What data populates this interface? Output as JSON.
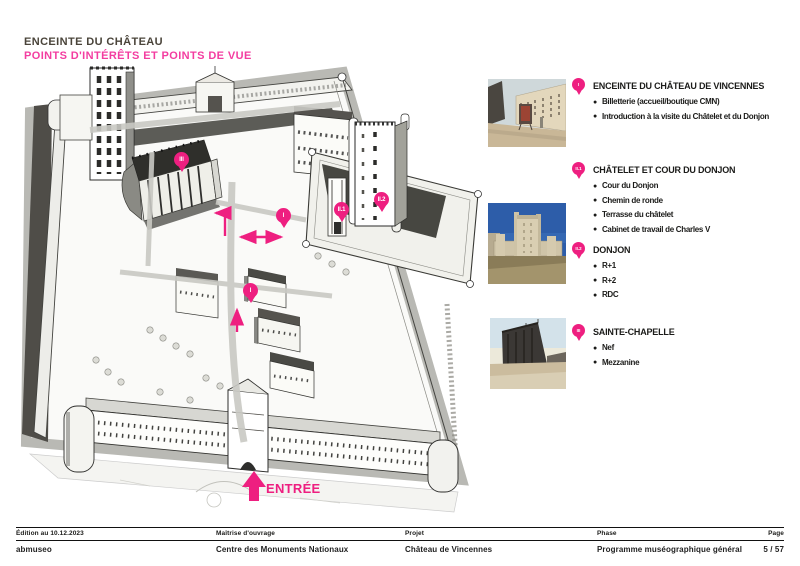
{
  "colors": {
    "accent": "#EE1F80",
    "subtitle": "#F33DA0",
    "title": "#4A443A"
  },
  "header": {
    "title": "ENCEINTE DU CHÂTEAU",
    "subtitle": "POINTS D'INTÉRÊTS ET POINTS DE VUE"
  },
  "map": {
    "entrance_label": "ENTRÉE",
    "pins": [
      {
        "label": "III"
      },
      {
        "label": "I"
      },
      {
        "label": "II.1"
      },
      {
        "label": "II.2"
      },
      {
        "label": "I"
      }
    ]
  },
  "legend": {
    "items": [
      {
        "pin": "I",
        "title": "ENCEINTE DU CHÂTEAU DE VINCENNES",
        "photo": "esplanade-billetterie",
        "bullets": [
          "Billetterie (accueil/boutique CMN)",
          "Introduction à la visite du Châtelet et du Donjon"
        ]
      },
      {
        "pin": "II.1",
        "title": "CHÂTELET ET COUR DU DONJON",
        "photo": "donjon-et-chemise",
        "bullets": [
          "Cour du Donjon",
          "Chemin de ronde",
          "Terrasse du châtelet",
          "Cabinet de travail de Charles V"
        ]
      },
      {
        "pin": "II.2",
        "title": "DONJON",
        "photo": "",
        "bullets": [
          "R+1",
          "R+2",
          "RDC"
        ]
      },
      {
        "pin": "III",
        "title": "SAINTE-CHAPELLE",
        "photo": "sainte-chapelle",
        "bullets": [
          "Nef",
          "Mezzanine"
        ]
      }
    ]
  },
  "footer": {
    "columns": [
      {
        "label": "Édition au 10.12.2023",
        "value": "abmuseo"
      },
      {
        "label": "Maîtrise d'ouvrage",
        "value": "Centre des Monuments Nationaux"
      },
      {
        "label": "Projet",
        "value": "Château de Vincennes"
      },
      {
        "label": "Phase",
        "value": "Programme muséographique général"
      },
      {
        "label": "Page",
        "value": "5 / 57"
      }
    ]
  }
}
